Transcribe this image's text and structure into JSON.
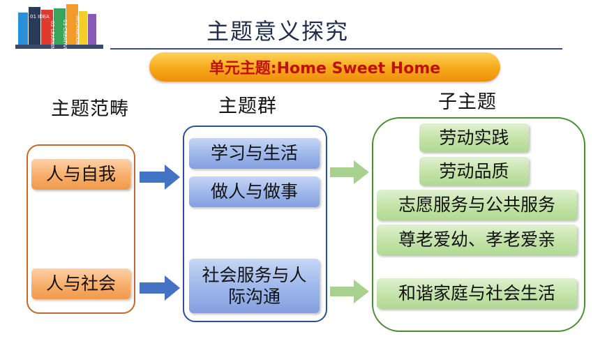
{
  "page_title": "主题意义探究",
  "logo": {
    "book_labels": [
      "01 IDEA",
      "02 LEARNING",
      "03 CREATIVE",
      "INFORMATION"
    ]
  },
  "unit_banner": "单元主题:Home Sweet Home",
  "columns": {
    "domain": {
      "header": "主题范畴",
      "items": [
        "人与自我",
        "人与社会"
      ]
    },
    "group": {
      "header": "主题群",
      "items": [
        "学习与生活",
        "做人与做事",
        "社会服务与人际沟通"
      ]
    },
    "subtopic": {
      "header": "子主题",
      "items": [
        "劳动实践",
        "劳动品质",
        "志愿服务与公共服务",
        "尊老爱幼、孝老爱亲",
        "和谐家庭与社会生活"
      ]
    }
  },
  "colors": {
    "domain_fill": "#f7ae6a",
    "group_fill": "#9cb6ea",
    "subtopic_fill": "#c3e3a8",
    "blue_arrow": "#4472c4",
    "green_arrow": "#a9d18e",
    "banner_text": "#c01010"
  }
}
